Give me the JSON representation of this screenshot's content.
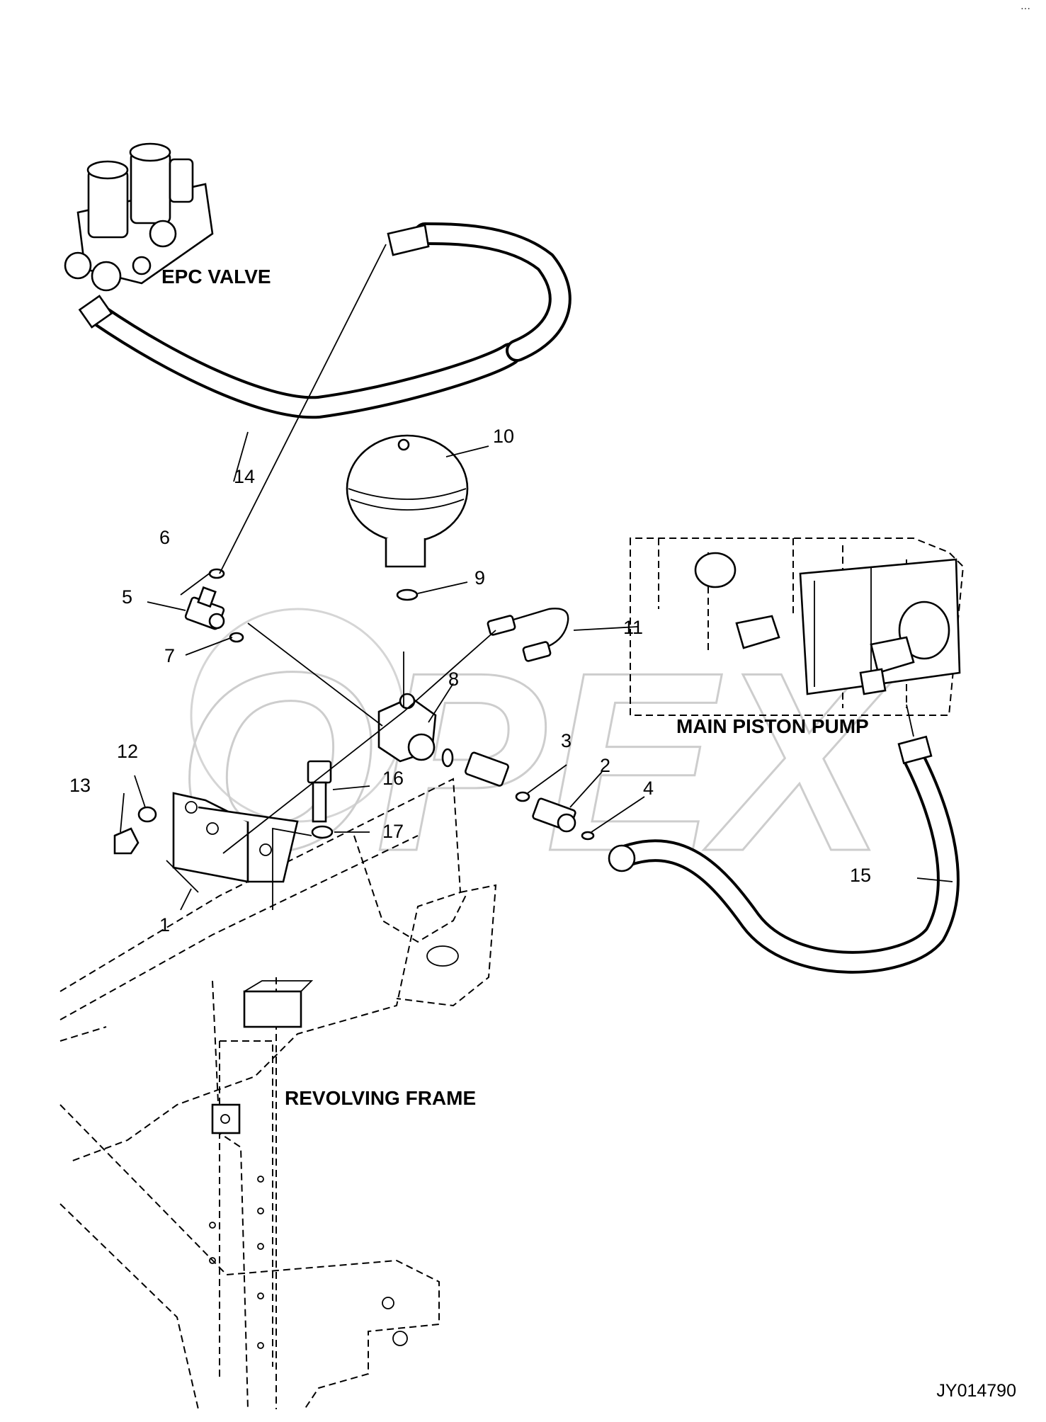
{
  "labels": {
    "epc_valve": "EPC VALVE",
    "main_piston_pump": "MAIN PISTON PUMP",
    "revolving_frame": "REVOLVING FRAME"
  },
  "callouts": [
    "1",
    "2",
    "3",
    "4",
    "5",
    "6",
    "7",
    "8",
    "9",
    "10",
    "11",
    "12",
    "13",
    "14",
    "15",
    "16",
    "17"
  ],
  "watermark": "OPEX",
  "ref_code": "JY014790",
  "corner_mark": "···"
}
